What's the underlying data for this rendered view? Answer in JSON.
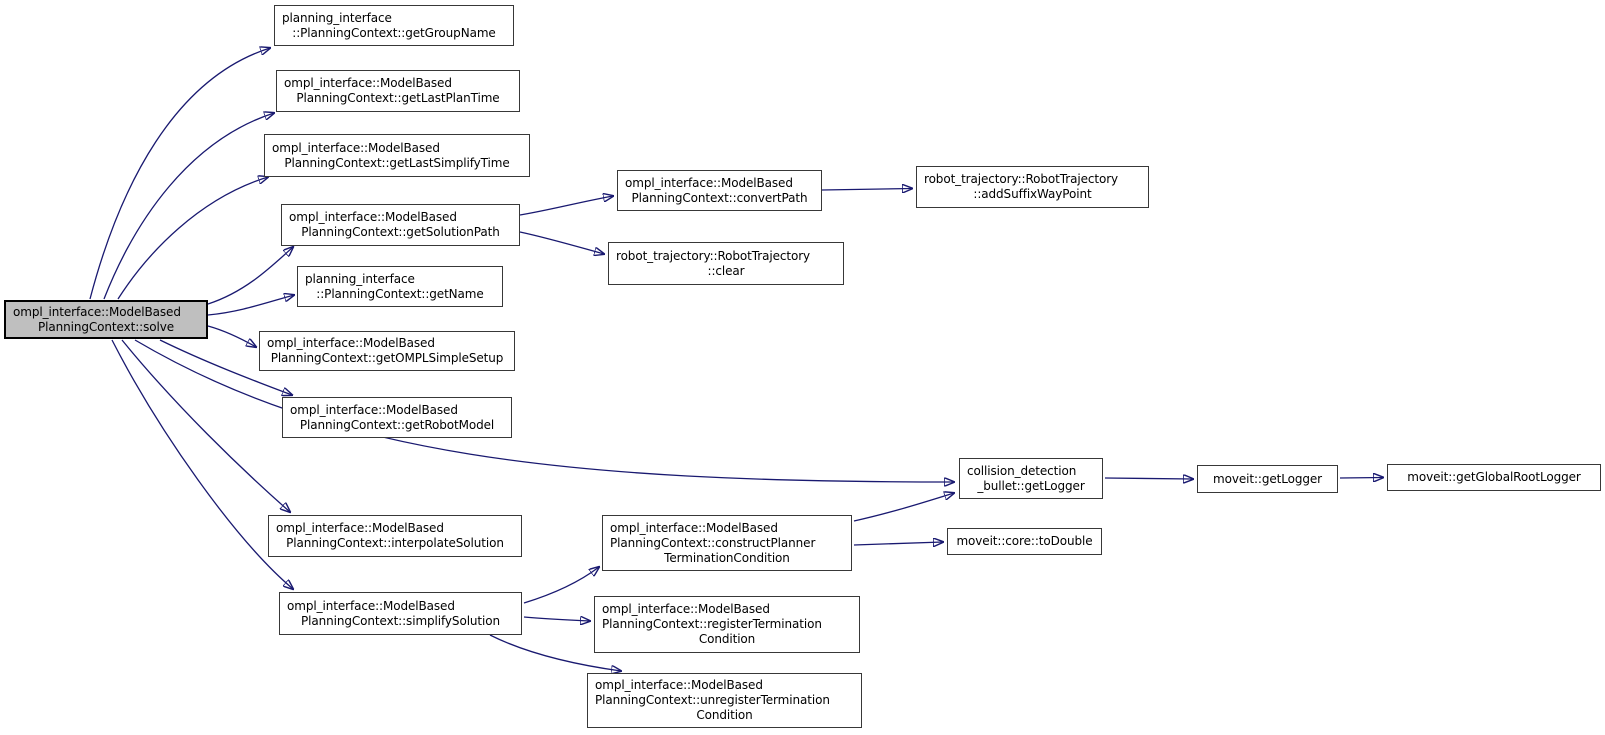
{
  "diagram": {
    "kind": "call-graph",
    "root_function": "ompl_interface::ModelBasedPlanningContext::solve",
    "colors": {
      "edge": "#191970",
      "node_border": "#383838",
      "node_fill": "#ffffff",
      "root_node_fill": "#bfbfbf",
      "background": "#ffffff",
      "text": "#000000"
    }
  },
  "nodes": {
    "solve": {
      "lines": [
        "ompl_interface::ModelBased",
        "PlanningContext::solve"
      ]
    },
    "getGroupName": {
      "lines": [
        "planning_interface",
        "::PlanningContext::getGroupName"
      ]
    },
    "getLastPlanTime": {
      "lines": [
        "ompl_interface::ModelBased",
        "PlanningContext::getLastPlanTime"
      ]
    },
    "getLastSimplifyTime": {
      "lines": [
        "ompl_interface::ModelBased",
        "PlanningContext::getLastSimplifyTime"
      ]
    },
    "getSolutionPath": {
      "lines": [
        "ompl_interface::ModelBased",
        "PlanningContext::getSolutionPath"
      ]
    },
    "convertPath": {
      "lines": [
        "ompl_interface::ModelBased",
        "PlanningContext::convertPath"
      ]
    },
    "addSuffixWayPoint": {
      "lines": [
        "robot_trajectory::RobotTrajectory",
        "::addSuffixWayPoint"
      ]
    },
    "clear": {
      "lines": [
        "robot_trajectory::RobotTrajectory",
        "::clear"
      ]
    },
    "getName": {
      "lines": [
        "planning_interface",
        "::PlanningContext::getName"
      ]
    },
    "getOMPLSimpleSetup": {
      "lines": [
        "ompl_interface::ModelBased",
        "PlanningContext::getOMPLSimpleSetup"
      ]
    },
    "getRobotModel": {
      "lines": [
        "ompl_interface::ModelBased",
        "PlanningContext::getRobotModel"
      ]
    },
    "bulletGetLogger": {
      "lines": [
        "collision_detection",
        "_bullet::getLogger"
      ]
    },
    "moveitGetLogger": {
      "lines": [
        "moveit::getLogger"
      ]
    },
    "getGlobalRootLogger": {
      "lines": [
        "moveit::getGlobalRootLogger"
      ]
    },
    "toDouble": {
      "lines": [
        "moveit::core::toDouble"
      ]
    },
    "interpolateSolution": {
      "lines": [
        "ompl_interface::ModelBased",
        "PlanningContext::interpolateSolution"
      ]
    },
    "constructPlannerTC": {
      "lines": [
        "ompl_interface::ModelBased",
        "PlanningContext::constructPlanner",
        "TerminationCondition"
      ]
    },
    "simplifySolution": {
      "lines": [
        "ompl_interface::ModelBased",
        "PlanningContext::simplifySolution"
      ]
    },
    "registerTC": {
      "lines": [
        "ompl_interface::ModelBased",
        "PlanningContext::registerTermination",
        "Condition"
      ]
    },
    "unregisterTC": {
      "lines": [
        "ompl_interface::ModelBased",
        "PlanningContext::unregisterTermination",
        "Condition"
      ]
    }
  },
  "edges": [
    {
      "from": "solve",
      "to": "getGroupName"
    },
    {
      "from": "solve",
      "to": "getLastPlanTime"
    },
    {
      "from": "solve",
      "to": "getLastSimplifyTime"
    },
    {
      "from": "solve",
      "to": "getSolutionPath"
    },
    {
      "from": "solve",
      "to": "getName"
    },
    {
      "from": "solve",
      "to": "getOMPLSimpleSetup"
    },
    {
      "from": "solve",
      "to": "getRobotModel"
    },
    {
      "from": "solve",
      "to": "bulletGetLogger"
    },
    {
      "from": "solve",
      "to": "interpolateSolution"
    },
    {
      "from": "solve",
      "to": "simplifySolution"
    },
    {
      "from": "getSolutionPath",
      "to": "convertPath"
    },
    {
      "from": "getSolutionPath",
      "to": "clear"
    },
    {
      "from": "convertPath",
      "to": "addSuffixWayPoint"
    },
    {
      "from": "simplifySolution",
      "to": "constructPlannerTC"
    },
    {
      "from": "simplifySolution",
      "to": "registerTC"
    },
    {
      "from": "simplifySolution",
      "to": "unregisterTC"
    },
    {
      "from": "constructPlannerTC",
      "to": "bulletGetLogger"
    },
    {
      "from": "constructPlannerTC",
      "to": "toDouble"
    },
    {
      "from": "bulletGetLogger",
      "to": "moveitGetLogger"
    },
    {
      "from": "moveitGetLogger",
      "to": "getGlobalRootLogger"
    }
  ]
}
